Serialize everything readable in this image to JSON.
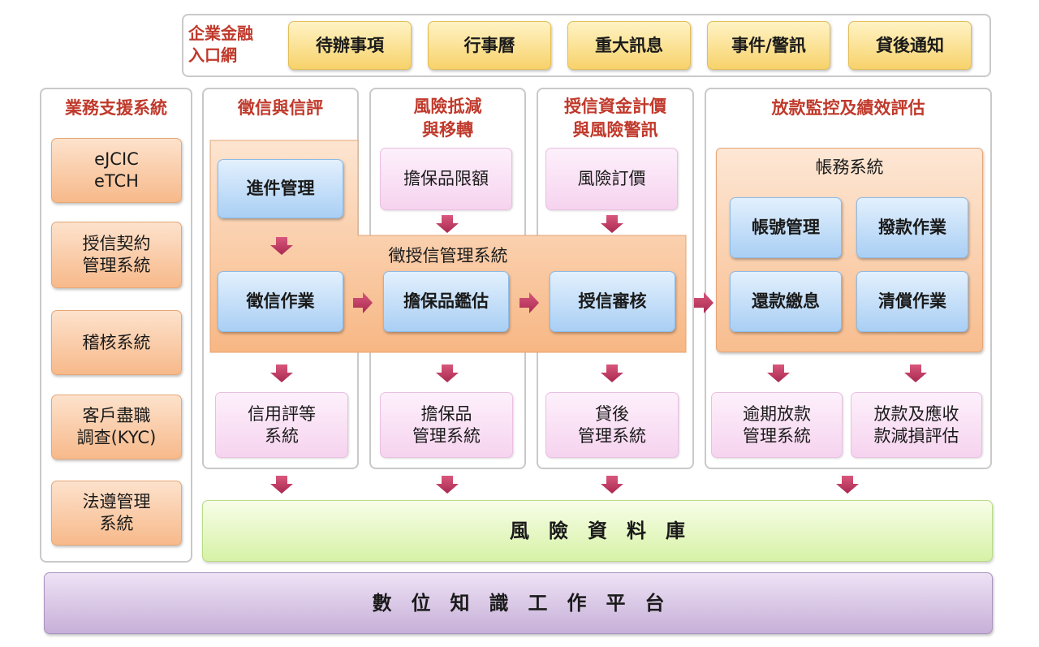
{
  "portal": {
    "title": "企業金融\n入口網",
    "items": [
      "待辦事項",
      "行事曆",
      "重大訊息",
      "事件/警訊",
      "貸後通知"
    ]
  },
  "support": {
    "title": "業務支援系統",
    "items": [
      "eJCIC\neTCH",
      "授信契約\n管理系統",
      "稽核系統",
      "客戶盡職\n調查(KYC)",
      "法遵管理\n系統"
    ]
  },
  "columns": {
    "credit_check": {
      "title": "徵信與信評",
      "intake": "進件管理",
      "investigation": "徵信作業",
      "rating": "信用評等\n系統"
    },
    "risk_mitigation": {
      "title": "風險抵減\n與移轉",
      "collateral_limit": "擔保品限額",
      "appraisal": "擔保品鑑估",
      "collateral_mgmt": "擔保品\n管理系統"
    },
    "pricing": {
      "title": "授信資金計價\n與風險警訊",
      "risk_pricing": "風險訂價",
      "review": "授信審核",
      "post_loan": "貸後\n管理系統"
    },
    "disbursement": {
      "title": "放款監控及績效評估",
      "accounting_title": "帳務系統",
      "account_mgmt": "帳號管理",
      "allocation": "撥款作業",
      "repayment": "還款繳息",
      "settlement": "清償作業",
      "overdue": "逾期放款\n管理系統",
      "impairment": "放款及應收\n款減損評估"
    }
  },
  "credit_system": "徵授信管理系統",
  "risk_db": "風　險　資　料　庫",
  "platform": "數　位　知　識　工　作　平　台",
  "colors": {
    "title_red": "#c0392b",
    "arrow": "#c0395e"
  }
}
